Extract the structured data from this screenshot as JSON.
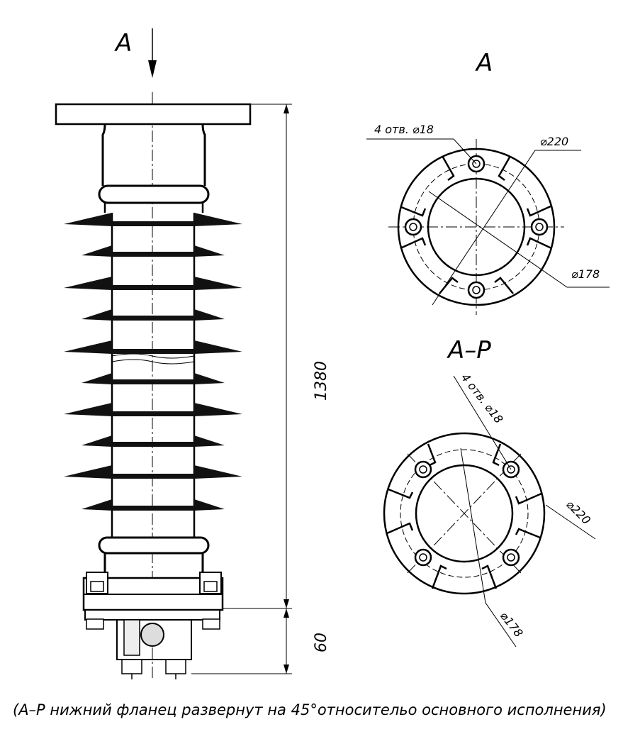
{
  "view_labels": {
    "arrow_view": "A",
    "top_view": "A",
    "bottom_view": "A–P"
  },
  "dimensions": {
    "height": "1380",
    "base": "60"
  },
  "top_view_callouts": {
    "holes": "4 отв. ⌀18",
    "outer_diameter": "⌀220",
    "bolt_circle": "⌀178"
  },
  "bottom_view_callouts": {
    "holes": "4 отв. ⌀18",
    "outer_diameter": "⌀220",
    "bolt_circle": "⌀178"
  },
  "caption": "(А–Р нижний фланец развернут на 45°относительо основного исполнения)"
}
